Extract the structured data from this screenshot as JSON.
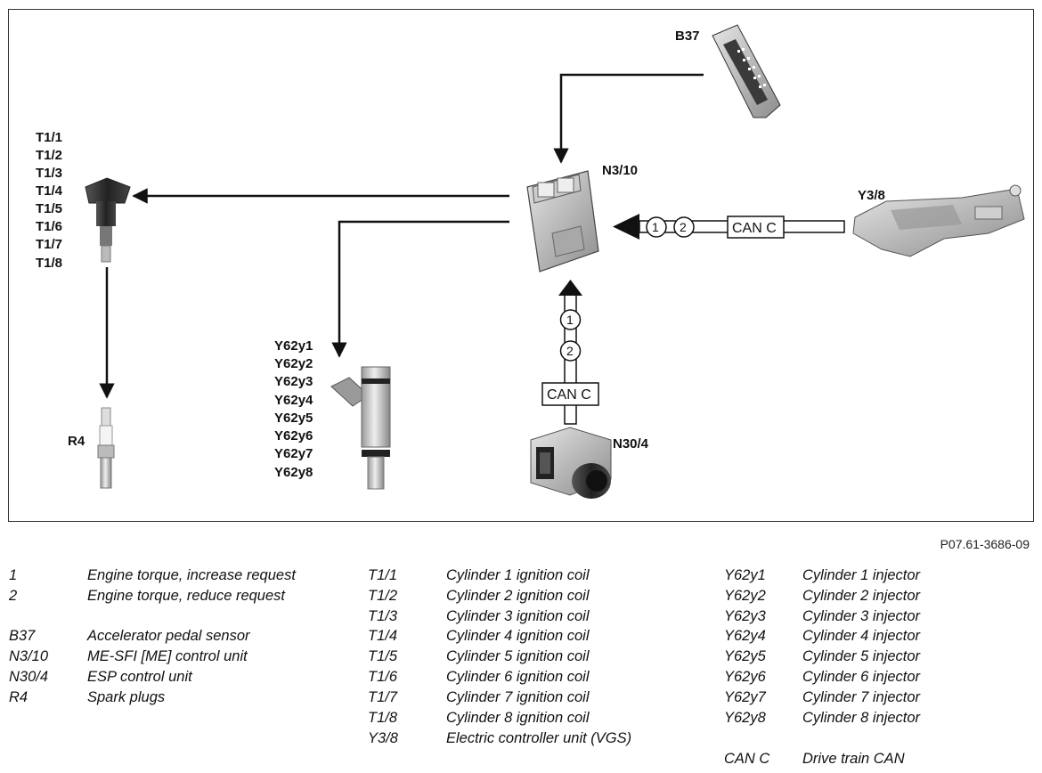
{
  "components": {
    "b37": "B37",
    "n3_10": "N3/10",
    "y3_8": "Y3/8",
    "n30_4": "N30/4",
    "r4": "R4",
    "ignition_coils": [
      "T1/1",
      "T1/2",
      "T1/3",
      "T1/4",
      "T1/5",
      "T1/6",
      "T1/7",
      "T1/8"
    ],
    "injectors": [
      "Y62y1",
      "Y62y2",
      "Y62y3",
      "Y62y4",
      "Y62y5",
      "Y62y6",
      "Y62y7",
      "Y62y8"
    ]
  },
  "bus": {
    "label_right": "CAN C",
    "label_bottom": "CAN C",
    "signal_1": "1",
    "signal_2": "2"
  },
  "figure_id": "P07.61-3686-09",
  "legend": {
    "col1": [
      {
        "code": "1",
        "desc": "Engine torque, increase request"
      },
      {
        "code": "2",
        "desc": "Engine torque, reduce request"
      },
      {
        "code": "B37",
        "desc": "Accelerator pedal sensor"
      },
      {
        "code": "N3/10",
        "desc": "ME-SFI [ME] control unit"
      },
      {
        "code": "N30/4",
        "desc": "ESP control unit"
      },
      {
        "code": "R4",
        "desc": "Spark plugs"
      }
    ],
    "col2": [
      {
        "code": "T1/1",
        "desc": "Cylinder 1 ignition coil"
      },
      {
        "code": "T1/2",
        "desc": "Cylinder 2 ignition coil"
      },
      {
        "code": "T1/3",
        "desc": "Cylinder 3 ignition coil"
      },
      {
        "code": "T1/4",
        "desc": "Cylinder 4 ignition coil"
      },
      {
        "code": "T1/5",
        "desc": "Cylinder 5 ignition coil"
      },
      {
        "code": "T1/6",
        "desc": "Cylinder 6 ignition coil"
      },
      {
        "code": "T1/7",
        "desc": "Cylinder 7 ignition coil"
      },
      {
        "code": "T1/8",
        "desc": "Cylinder 8 ignition coil"
      },
      {
        "code": "Y3/8",
        "desc": "Electric controller unit (VGS)"
      }
    ],
    "col3": [
      {
        "code": "Y62y1",
        "desc": "Cylinder 1 injector"
      },
      {
        "code": "Y62y2",
        "desc": "Cylinder 2 injector"
      },
      {
        "code": "Y62y3",
        "desc": "Cylinder 3 injector"
      },
      {
        "code": "Y62y4",
        "desc": "Cylinder 4 injector"
      },
      {
        "code": "Y62y5",
        "desc": "Cylinder 5 injector"
      },
      {
        "code": "Y62y6",
        "desc": "Cylinder 6 injector"
      },
      {
        "code": "Y62y7",
        "desc": "Cylinder 7 injector"
      },
      {
        "code": "Y62y8",
        "desc": "Cylinder 8 injector"
      },
      {
        "code": "CAN C",
        "desc": "Drive train CAN"
      }
    ]
  }
}
